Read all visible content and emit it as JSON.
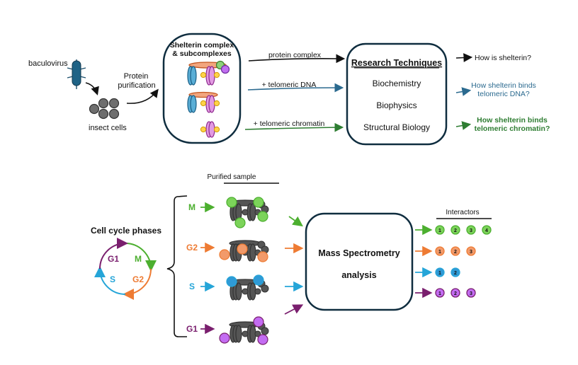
{
  "colors": {
    "dark_box": "#0f2d3f",
    "dna_blue": "#2b6a8f",
    "chromatin_green": "#2e7d32",
    "phase_m": "#4caf2f",
    "phase_g2": "#ee7b33",
    "phase_s": "#25a5d8",
    "phase_g1": "#7a1f6e",
    "bead_m": "#7cd35a",
    "bead_g2": "#f29a6a",
    "bead_s": "#2f9ad6",
    "bead_g1": "#c36cf2",
    "complex_gray": "#555555"
  },
  "top": {
    "baculovirus_label": "baculovirus",
    "insect_cells_label": "insect cells",
    "purification_label_1": "Protein",
    "purification_label_2": "purification",
    "shelterin_title_1": "Shelterin complex",
    "shelterin_title_2": "& subcomplexes",
    "arrows": [
      {
        "label": "protein complex"
      },
      {
        "label": "+ telomeric DNA"
      },
      {
        "label": "+ telomeric chromatin"
      }
    ],
    "techniques": {
      "title": "Research Techniques",
      "items": [
        "Biochemistry",
        "Biophysics",
        "Structural Biology"
      ]
    },
    "questions": [
      {
        "line1": "How is shelterin?",
        "line2": ""
      },
      {
        "line1": "How shelterin binds",
        "line2": "telomeric DNA?"
      },
      {
        "line1": "How shelterin binds",
        "line2": "telomeric chromatin?"
      }
    ]
  },
  "bottom": {
    "cell_cycle_title": "Cell cycle phases",
    "cycle_labels": {
      "g1": "G1",
      "m": "M",
      "s": "S",
      "g2": "G2"
    },
    "purified_sample_title": "Purified sample",
    "phases": [
      {
        "label": "M"
      },
      {
        "label": "G2"
      },
      {
        "label": "S"
      },
      {
        "label": "G1"
      }
    ],
    "ms_box_line1": "Mass Spectrometry",
    "ms_box_line2": "analysis",
    "interactors_title": "Interactors",
    "interactors": [
      {
        "phase": "M",
        "items": [
          "1",
          "2",
          "3",
          "4"
        ]
      },
      {
        "phase": "G2",
        "items": [
          "1",
          "2",
          "3"
        ]
      },
      {
        "phase": "S",
        "items": [
          "1",
          "2"
        ]
      },
      {
        "phase": "G1",
        "items": [
          "1",
          "2",
          "3"
        ]
      }
    ]
  }
}
